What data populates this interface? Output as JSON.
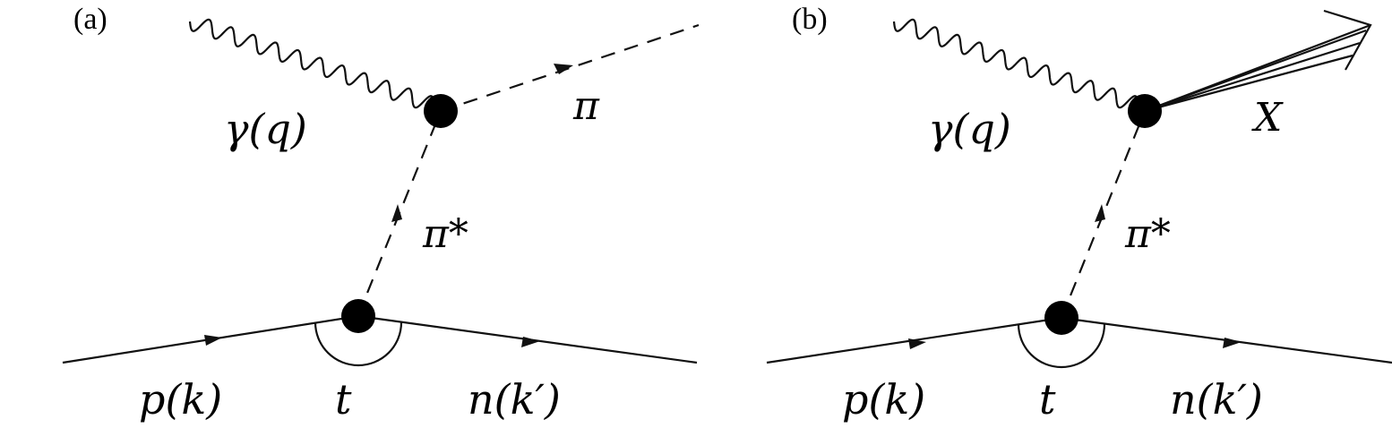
{
  "panels": [
    {
      "panel_label": "(a)",
      "photon_label": "γ(q)",
      "exchange_label": "π*",
      "outgoing_label": "π",
      "proton_label": "p(k)",
      "neutron_label": "n(k′)",
      "angle_label": "t"
    },
    {
      "panel_label": "(b)",
      "photon_label": "γ(q)",
      "exchange_label": "π*",
      "outgoing_label": "X",
      "proton_label": "p(k)",
      "neutron_label": "n(k′)",
      "angle_label": "t"
    }
  ]
}
